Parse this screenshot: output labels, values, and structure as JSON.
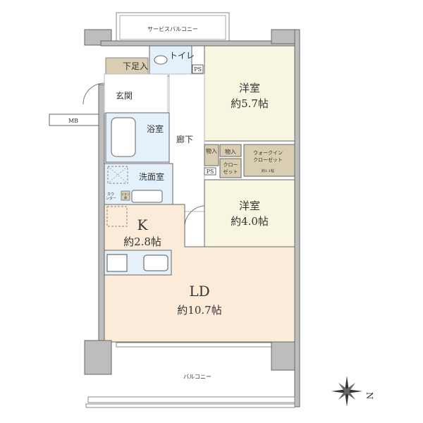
{
  "colors": {
    "western": "#f8f5e0",
    "wet": "#e4f0fa",
    "storage": "#d9ceb2",
    "ldk": "#fcebd8",
    "wall": "#bdbdbd"
  },
  "rooms": {
    "service_balcony": "サービスバルコニー",
    "shoe_storage": "下足入",
    "toilet": "トイレ",
    "ps1": "PS",
    "ps2": "PS",
    "entrance": "玄関",
    "mb": "MB",
    "western1": {
      "name": "洋室",
      "size": "約5.7帖"
    },
    "bath": "浴室",
    "hallway": "廊下",
    "storage1": "物入",
    "storage2": "物入",
    "walk_in": {
      "line1": "ウォークイン",
      "line2": "クローゼット",
      "size": "約1.1帖"
    },
    "closet": {
      "line1": "クロー",
      "line2": "ゼット"
    },
    "washroom": "洗面室",
    "counter": {
      "line1": "カウ",
      "line2": "ンター"
    },
    "linen": {
      "line1": "リネン",
      "line2": "庫"
    },
    "kitchen": {
      "name": "K",
      "size": "約2.8帖"
    },
    "western2": {
      "name": "洋室",
      "size": "約4.0帖"
    },
    "ld": {
      "name": "LD",
      "size": "約10.7帖"
    },
    "balcony": "バルコニー"
  },
  "compass": {
    "label": "N"
  }
}
